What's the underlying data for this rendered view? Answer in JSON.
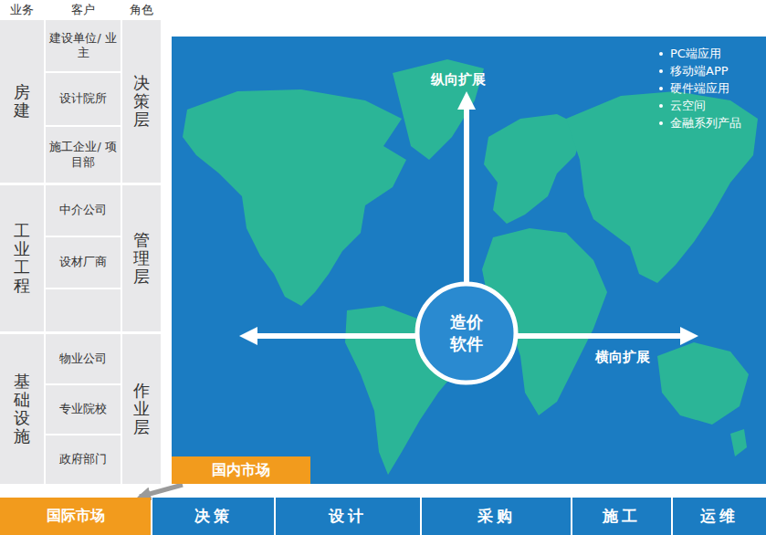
{
  "diagram": {
    "nodes": [
      {
        "text": [
          "房建"
        ]
      },
      {
        "text": [
          "建设单位/ 业主"
        ]
      },
      {
        "text": [
          "设计院所"
        ]
      },
      {
        "text": [
          "施工企业/ 项目部"
        ]
      },
      {
        "text": [
          "决策层"
        ]
      },
      {
        "text": [
          "工业工程"
        ]
      },
      {
        "text": [
          "中介公司"
        ]
      },
      {
        "text": [
          "设材厂商"
        ]
      },
      {
        "text": [
          "管理层"
        ]
      },
      {
        "text": [
          "基础设施"
        ]
      },
      {
        "text": [
          "物业公司"
        ]
      },
      {
        "text": [
          "专业院校"
        ]
      },
      {
        "text": [
          "政府部门"
        ]
      },
      {
        "text": [
          "作业层"
        ]
      },
      {
        "text": [
          "造价 软件"
        ]
      },
      {
        "text": [
          "国内市场"
        ]
      },
      {
        "text": [
          "国际市场"
        ]
      },
      {
        "text": [
          "决策"
        ]
      },
      {
        "text": [
          "设计"
        ]
      },
      {
        "text": [
          "采购"
        ]
      },
      {
        "text": [
          "施工"
        ]
      },
      {
        "text": [
          "运维"
        ]
      }
    ],
    "edges": [
      {
        "from": 15,
        "to": 16,
        "arrow": "to"
      }
    ],
    "labels": [
      "业务",
      "客户",
      "角色",
      "纵向扩展",
      "PC端应用",
      "移动端APP",
      "硬件端应用",
      "云空间",
      "金融系列产品",
      "横向扩展"
    ]
  }
}
